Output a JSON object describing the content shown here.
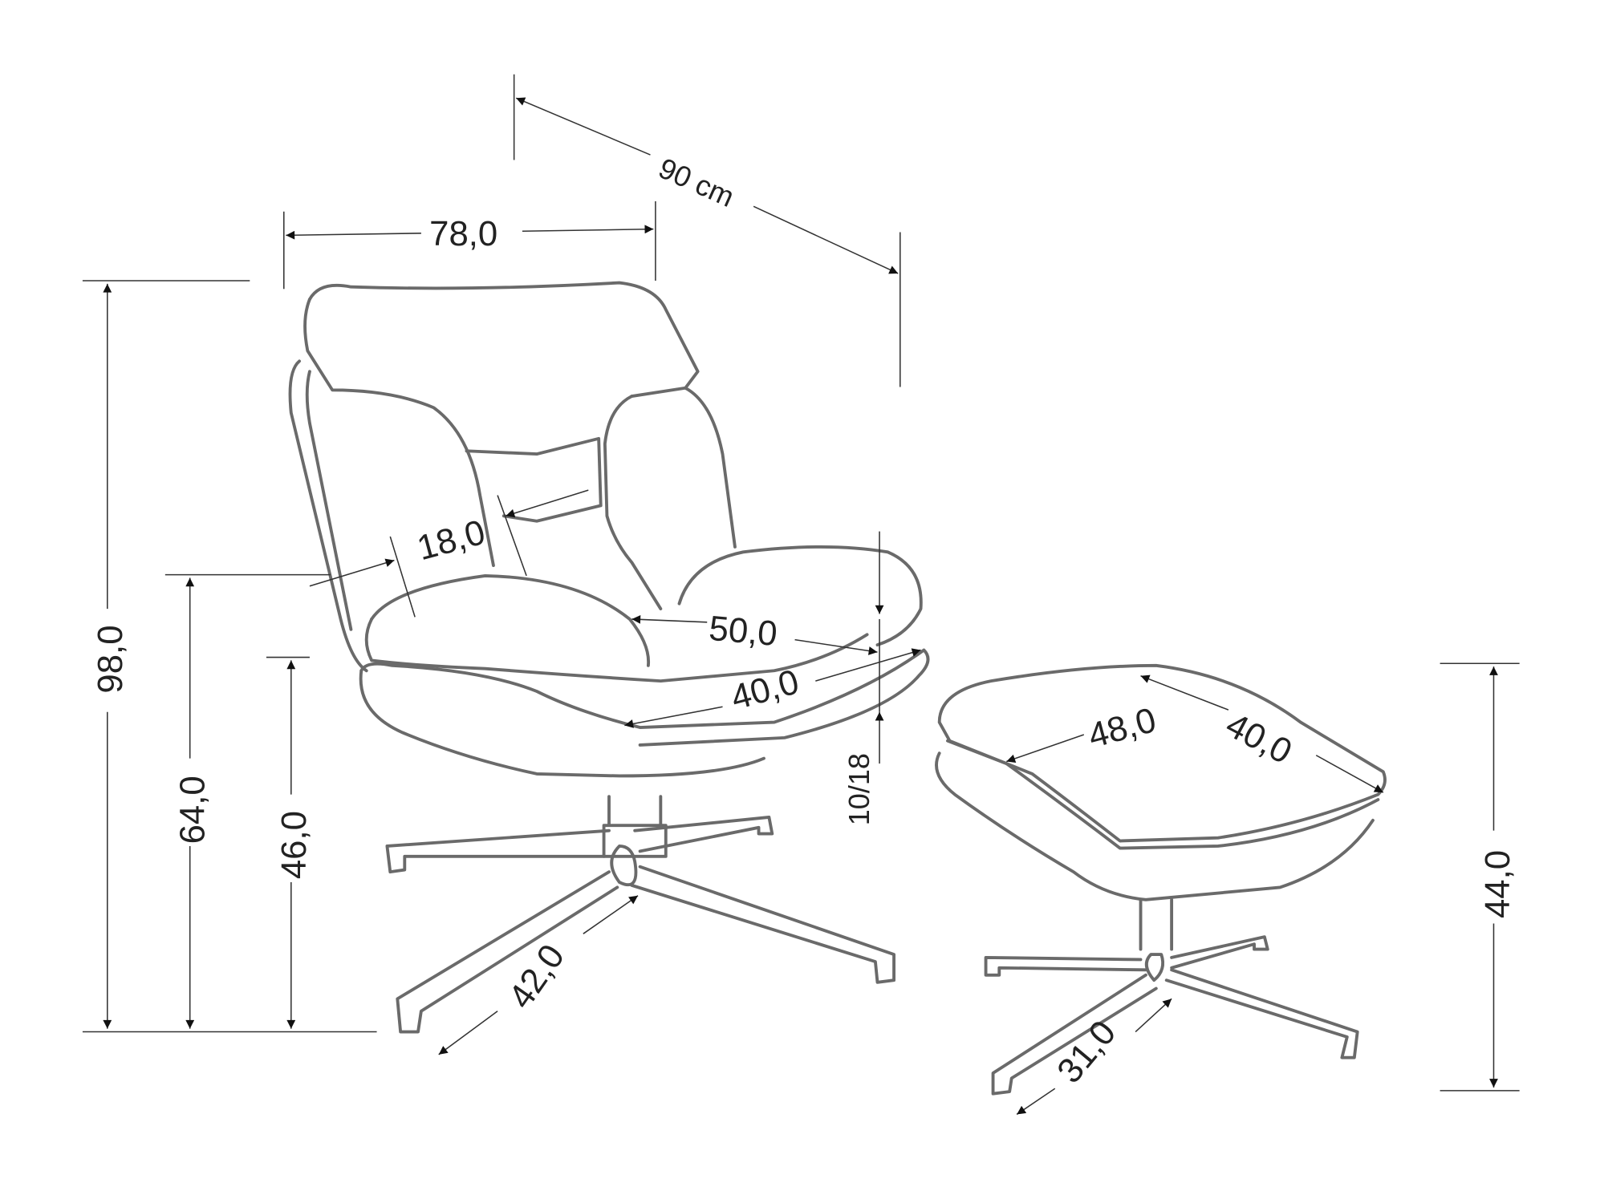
{
  "dimensions": {
    "depth_total": "90 cm",
    "width": "78,0",
    "height_total": "98,0",
    "armrest_height": "64,0",
    "seat_height": "46,0",
    "backrest_side": "18,0",
    "seat_depth": "50,0",
    "seat_width": "40,0",
    "cushion_thickness": "10/18",
    "base_radius": "42,0",
    "ottoman_width": "48,0",
    "ottoman_depth": "40,0",
    "ottoman_height": "44,0",
    "ottoman_base_radius": "31,0"
  },
  "colors": {
    "outline": "#6a6a6a",
    "dimension_lines": "#333333",
    "background": "#ffffff"
  }
}
